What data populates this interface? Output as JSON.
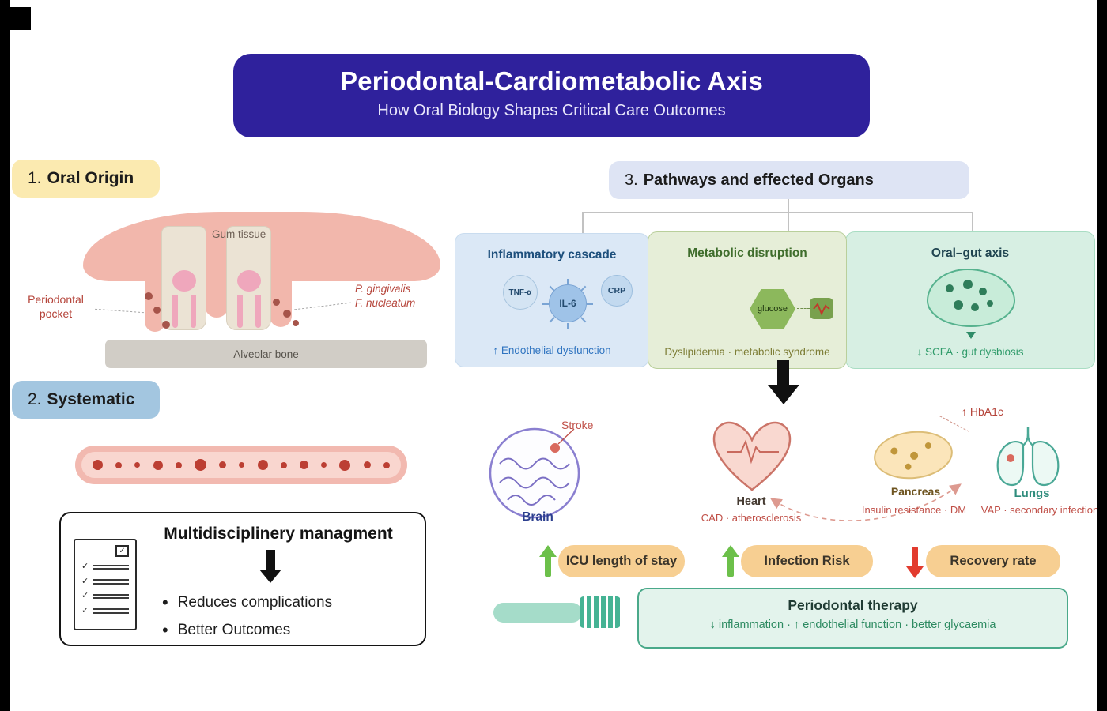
{
  "banner": {
    "title": "Periodontal-Cardiometabolic Axis",
    "subtitle": "How Oral Biology Shapes Critical Care Outcomes"
  },
  "sections": {
    "oral_origin": {
      "number": "1.",
      "label": "Oral Origin",
      "gum_tissue_label": "Gum tissue",
      "pocket_label": "Periodontal pocket",
      "bacteria_1": "P. gingivalis",
      "bacteria_2": "F. nucleatum",
      "bone_label": "Alveolar bone"
    },
    "systematic": {
      "number": "2.",
      "label": "Systematic"
    },
    "management": {
      "title": "Multidisciplinery managment",
      "bullets": [
        "Reduces complications",
        "Better Outcomes"
      ]
    },
    "pathways": {
      "number": "3.",
      "label": "Pathways and effected Organs"
    }
  },
  "panels": [
    {
      "title": "Inflammatory cascade",
      "nodes": [
        "TNF-α",
        "IL-6",
        "CRP"
      ],
      "footer": "↑ Endothelial dysfunction"
    },
    {
      "title": "Metabolic disruption",
      "node_label": "glucose",
      "footer": "Dyslipidemia · metabolic syndrome"
    },
    {
      "title": "Oral–gut axis",
      "footer": "↓ SCFA · gut dysbiosis"
    }
  ],
  "organs": {
    "brain": {
      "label": "Brain",
      "annotation": "Stroke"
    },
    "heart": {
      "label": "Heart",
      "annotation": "CAD · atherosclerosis"
    },
    "pancreas": {
      "label": "Pancreas",
      "annotation": "Insulin resistance · DM",
      "marker": "↑ HbA1c"
    },
    "lungs": {
      "label": "Lungs",
      "annotation": "VAP · secondary infection"
    }
  },
  "outcomes": [
    {
      "direction": "up",
      "label": "ICU length of stay"
    },
    {
      "direction": "up",
      "label": "Infection Risk"
    },
    {
      "direction": "down",
      "label": "Recovery rate"
    }
  ],
  "therapy": {
    "title": "Periodontal therapy",
    "subtitle": "↓ inflammation · ↑ endothelial function · better glycaemia"
  },
  "colors": {
    "banner_bg": "#2f219c",
    "accent_yellow": "#fbeab0",
    "accent_blue": "#a3c6e0",
    "accent_lavender": "#dee4f4",
    "badge_orange": "#f7cf92",
    "therapy_green": "#4aa98a",
    "alert_red": "#c05048"
  }
}
